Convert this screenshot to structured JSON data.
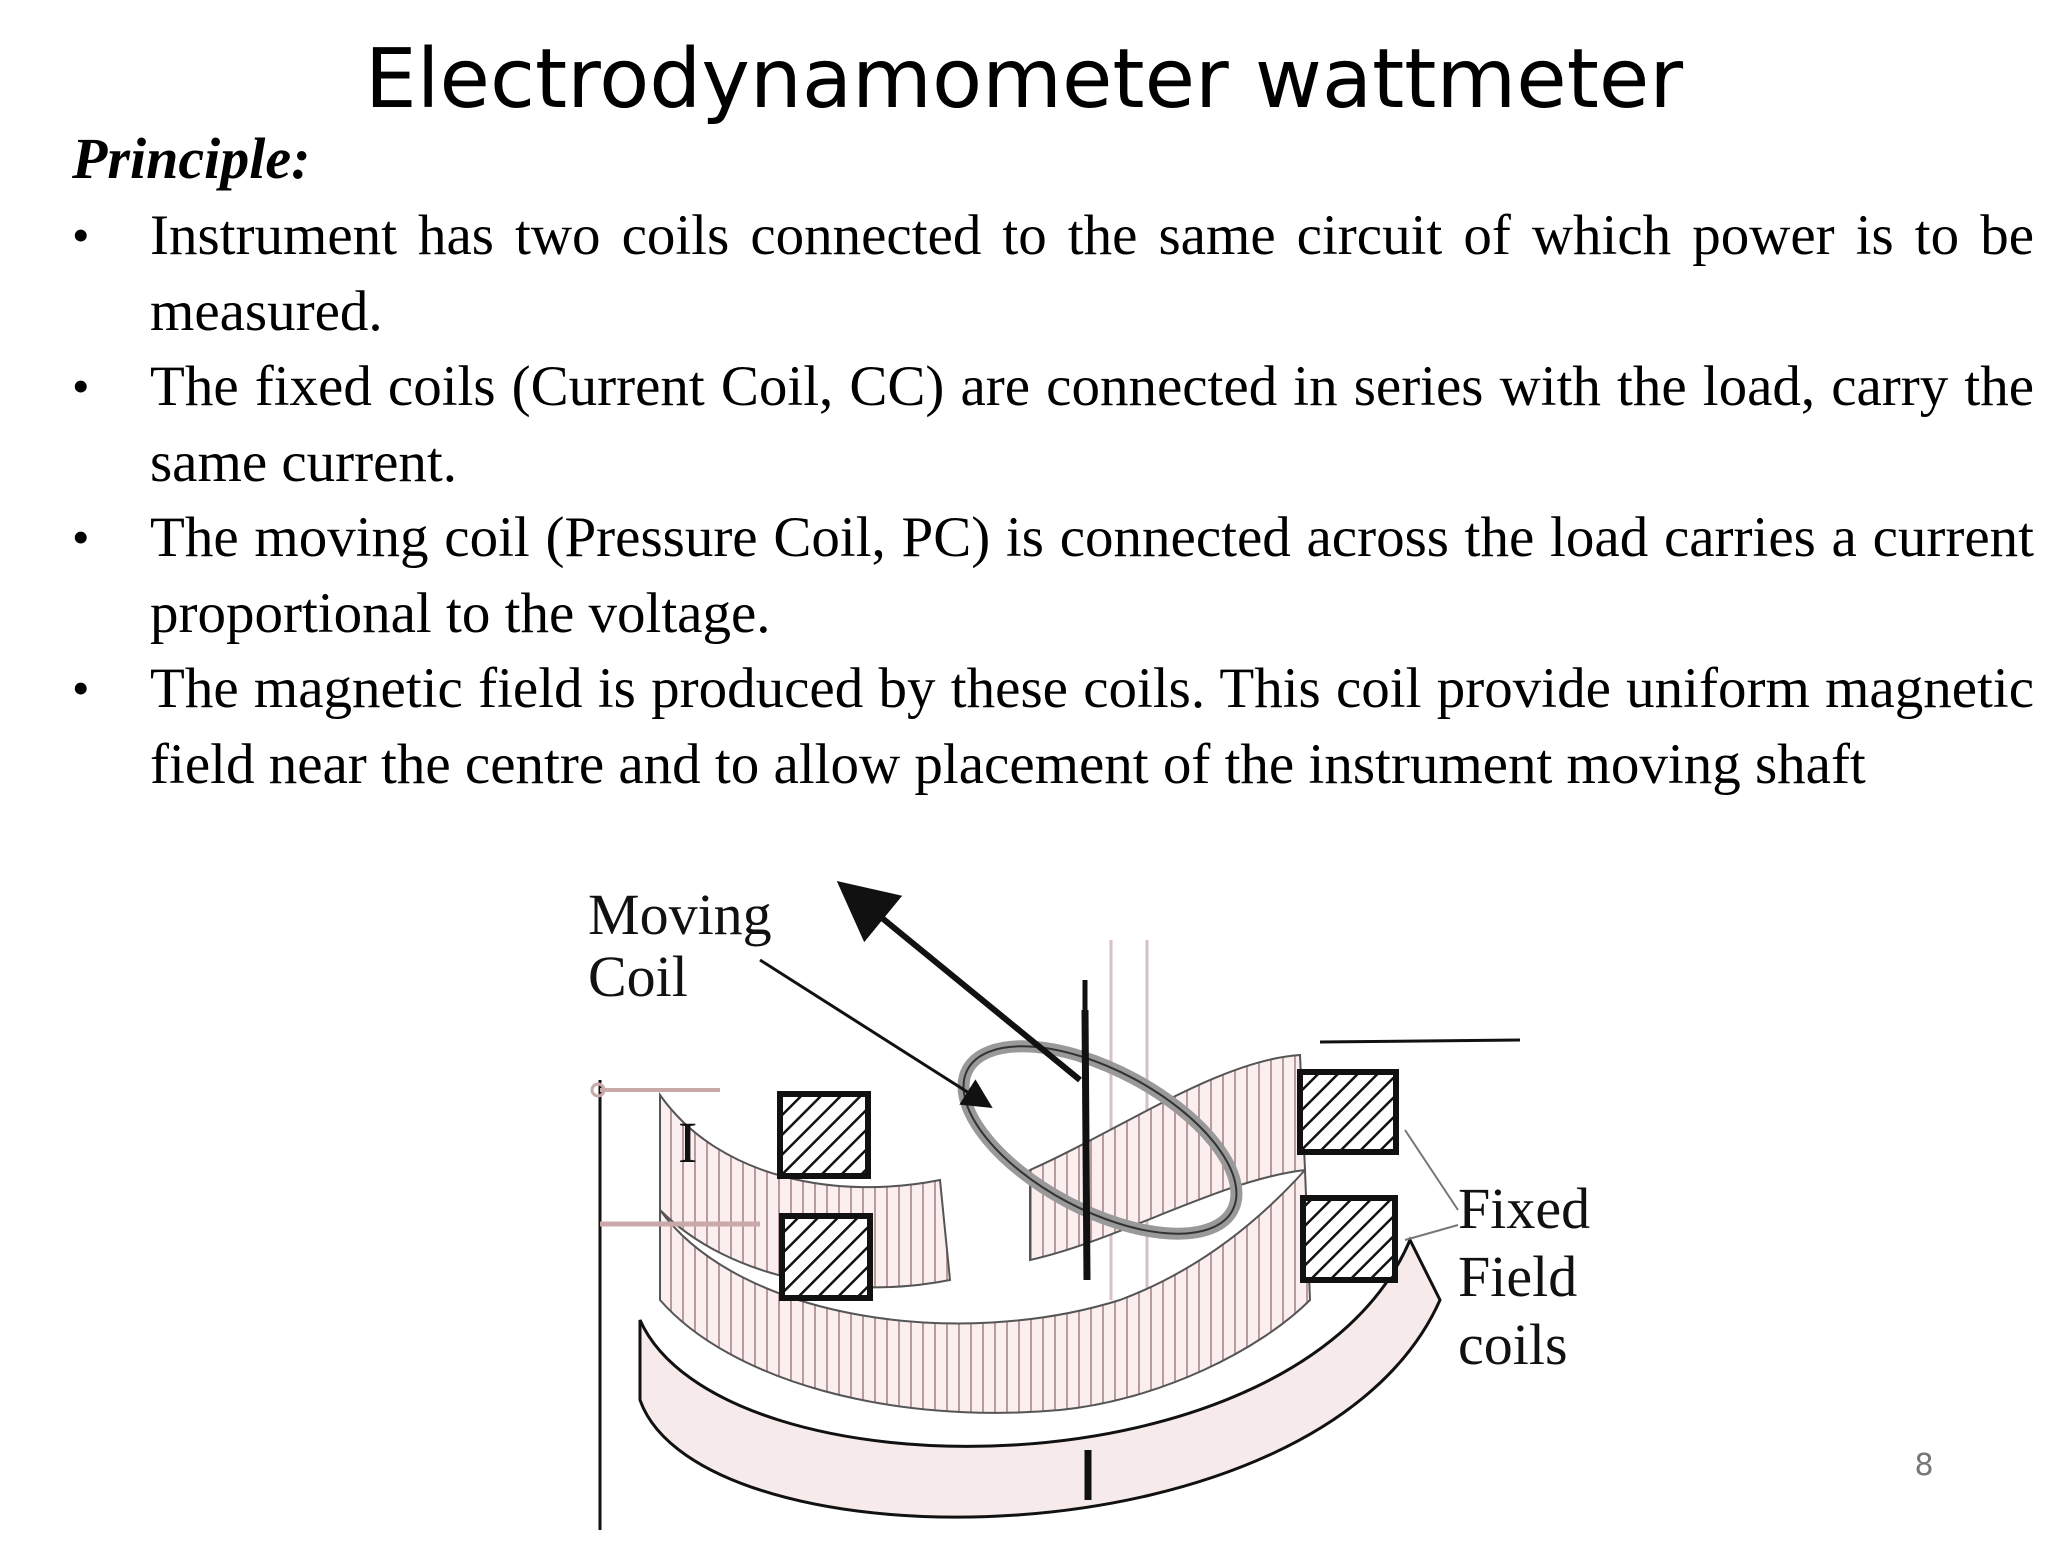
{
  "slide": {
    "title": "Electrodynamometer wattmeter",
    "section_heading": "Principle:",
    "bullet_symbol": "•",
    "bullets": [
      "Instrument has two coils connected to the same circuit of which power is to be measured.",
      "The fixed coils (Current Coil, CC) are connected in series with the load, carry the same current.",
      "The moving coil (Pressure Coil, PC) is connected across the load carries a current proportional to the voltage.",
      "The magnetic field is produced by these coils. This coil provide uniform magnetic field near the centre and to allow placement of the instrument moving shaft"
    ],
    "page_number": "8"
  },
  "diagram": {
    "labels": {
      "moving_coil_line1": "Moving",
      "moving_coil_line2": "Coil",
      "current": "I",
      "fixed_line1": "Fixed",
      "fixed_line2": "Field",
      "fixed_line3": "coils"
    },
    "colors": {
      "ink": "#111111",
      "coil_fill": "#fbeeee",
      "coil_stripe": "#a89090",
      "faint_arrow": "#c8a8a8"
    }
  }
}
